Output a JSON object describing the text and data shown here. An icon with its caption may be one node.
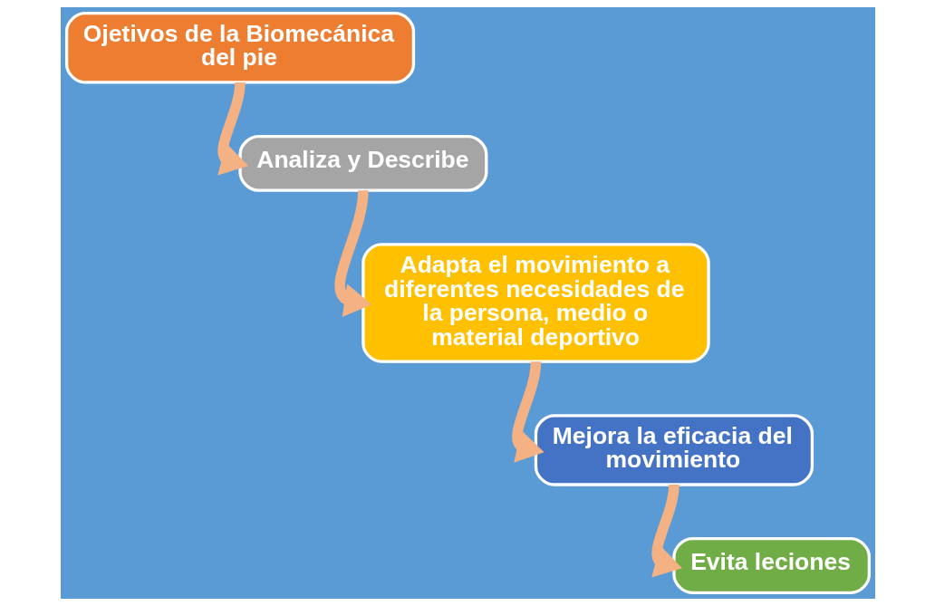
{
  "diagram": {
    "nodes": [
      {
        "text": [
          "Ojetivos de la Biomecánica del pie"
        ]
      },
      {
        "text": [
          "Analiza y Describe"
        ]
      },
      {
        "text": [
          "Adapta el movimiento a diferentes necesidades de la persona, medio o material deportivo"
        ]
      },
      {
        "text": [
          "Mejora la eficacia del movimiento"
        ]
      },
      {
        "text": [
          "Evita leciones"
        ]
      }
    ],
    "edges": [
      {
        "from": 0,
        "to": 1,
        "arrow": "to"
      },
      {
        "from": 1,
        "to": 2,
        "arrow": "to"
      },
      {
        "from": 2,
        "to": 3,
        "arrow": "to"
      },
      {
        "from": 3,
        "to": 4,
        "arrow": "to"
      }
    ]
  }
}
